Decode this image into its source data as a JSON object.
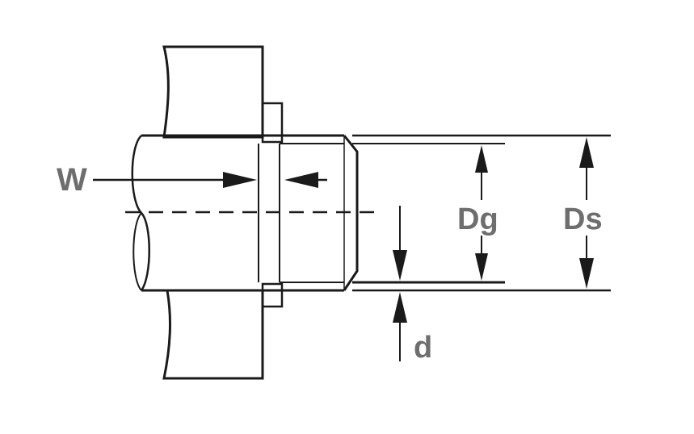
{
  "diagram": {
    "labels": {
      "w": "W",
      "dg": "Dg",
      "ds": "Ds",
      "d": "d"
    },
    "colors": {
      "line": "#1a1a1a",
      "label": "#6e6e6e",
      "background": "#ffffff"
    }
  }
}
